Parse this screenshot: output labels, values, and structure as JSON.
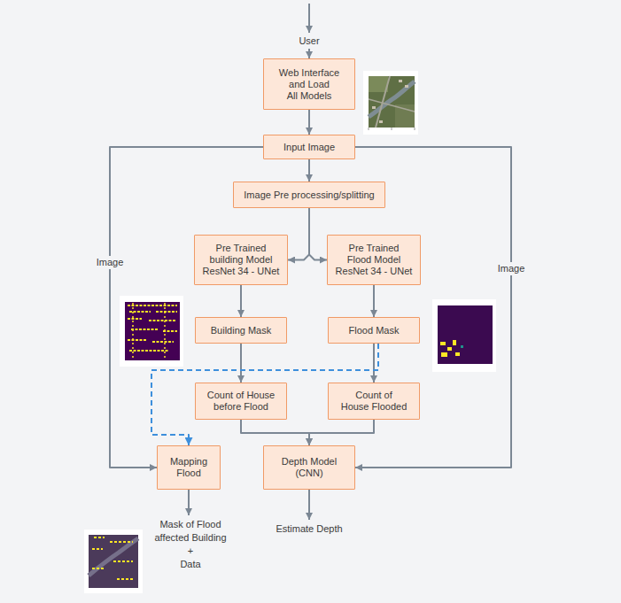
{
  "diagram": {
    "nodes": [
      {
        "text": [
          "Web Interface and Load All Models"
        ]
      },
      {
        "text": [
          "Input Image"
        ]
      },
      {
        "text": [
          "Image Pre processing/splitting"
        ]
      },
      {
        "text": [
          "Pre Trained building Model ResNet 34 - UNet"
        ]
      },
      {
        "text": [
          "Pre Trained Flood Model ResNet 34 - UNet"
        ]
      },
      {
        "text": [
          "Building Mask"
        ]
      },
      {
        "text": [
          "Flood Mask"
        ]
      },
      {
        "text": [
          "Count of House before Flood"
        ]
      },
      {
        "text": [
          "Count of House Flooded"
        ]
      },
      {
        "text": [
          "Mapping Flood"
        ]
      },
      {
        "text": [
          "Depth Model (CNN)"
        ]
      }
    ],
    "edges": [
      {
        "from": 0,
        "to": 1,
        "arrow": "to"
      },
      {
        "from": 1,
        "to": 2,
        "arrow": "to"
      },
      {
        "from": 2,
        "to": 3,
        "arrow": "to"
      },
      {
        "from": 2,
        "to": 4,
        "arrow": "to"
      },
      {
        "from": 3,
        "to": 5,
        "arrow": "to"
      },
      {
        "from": 4,
        "to": 6,
        "arrow": "to"
      },
      {
        "from": 5,
        "to": 7,
        "arrow": "to"
      },
      {
        "from": 6,
        "to": 8,
        "arrow": "to"
      },
      {
        "from": 6,
        "to": 9,
        "arrow": "to"
      },
      {
        "from": 7,
        "to": 10,
        "arrow": "to"
      },
      {
        "from": 8,
        "to": 10,
        "arrow": "to"
      },
      {
        "from": 1,
        "to": 9,
        "label": "Image",
        "arrow": "to"
      },
      {
        "from": 1,
        "to": 10,
        "label": "Image",
        "arrow": "to"
      }
    ],
    "labels": [
      "User",
      "Estimate Depth",
      "Mask of Flood affected Building",
      "+",
      "Data"
    ]
  }
}
